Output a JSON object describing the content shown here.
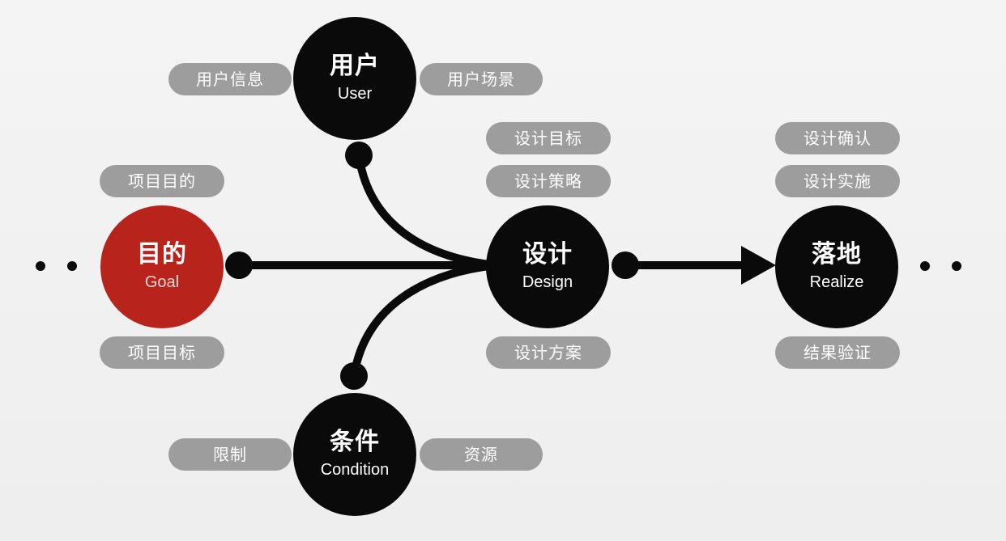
{
  "nodes": {
    "user": {
      "zh": "用户",
      "en": "User"
    },
    "goal": {
      "zh": "目的",
      "en": "Goal"
    },
    "design": {
      "zh": "设计",
      "en": "Design"
    },
    "realize": {
      "zh": "落地",
      "en": "Realize"
    },
    "condition": {
      "zh": "条件",
      "en": "Condition"
    }
  },
  "tags": {
    "user_info": "用户信息",
    "user_scene": "用户场景",
    "goal_purpose": "项目目的",
    "goal_target": "项目目标",
    "design_goal": "设计目标",
    "design_strategy": "设计策略",
    "design_plan": "设计方案",
    "realize_confirm": "设计确认",
    "realize_implement": "设计实施",
    "realize_verify": "结果验证",
    "condition_limit": "限制",
    "condition_resource": "资源"
  },
  "colors": {
    "node": "#0a0a0a",
    "goal_node": "#b8241c",
    "tag": "#9d9d9d",
    "background": "#f1f1f1"
  }
}
